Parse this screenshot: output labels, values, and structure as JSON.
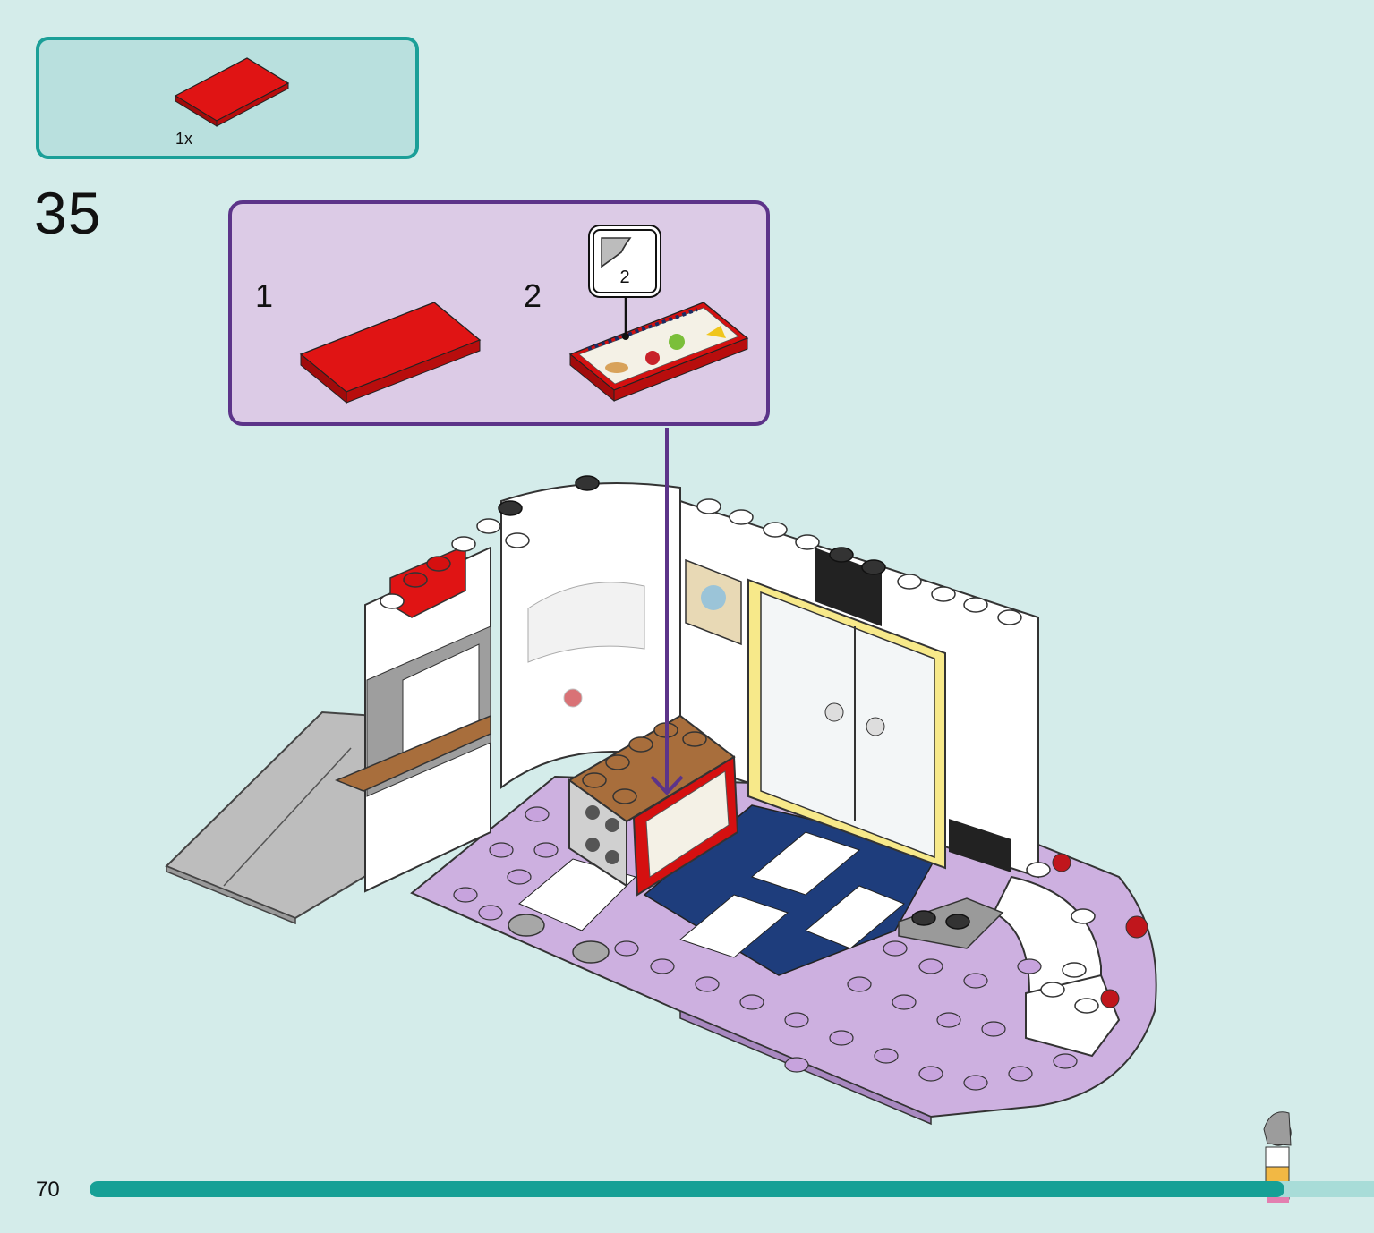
{
  "parts_list": {
    "quantity": "1x",
    "part_color": "#d50d0d",
    "part_name": "red-tile-2x4"
  },
  "step": {
    "number": "35"
  },
  "substeps": [
    {
      "number": "1",
      "item": "red-tile"
    },
    {
      "number": "2",
      "item": "menu-sticker-tile"
    }
  ],
  "sticker": {
    "number": "2",
    "icon": "sticker-sheet-icon"
  },
  "footer": {
    "page_number": "70",
    "progress_fraction": 0.93
  },
  "colors": {
    "background": "#d4ecea",
    "parts_border": "#1b9f98",
    "substep_border": "#5c3489",
    "arrow": "#5c3489",
    "progress": "#16a096"
  }
}
